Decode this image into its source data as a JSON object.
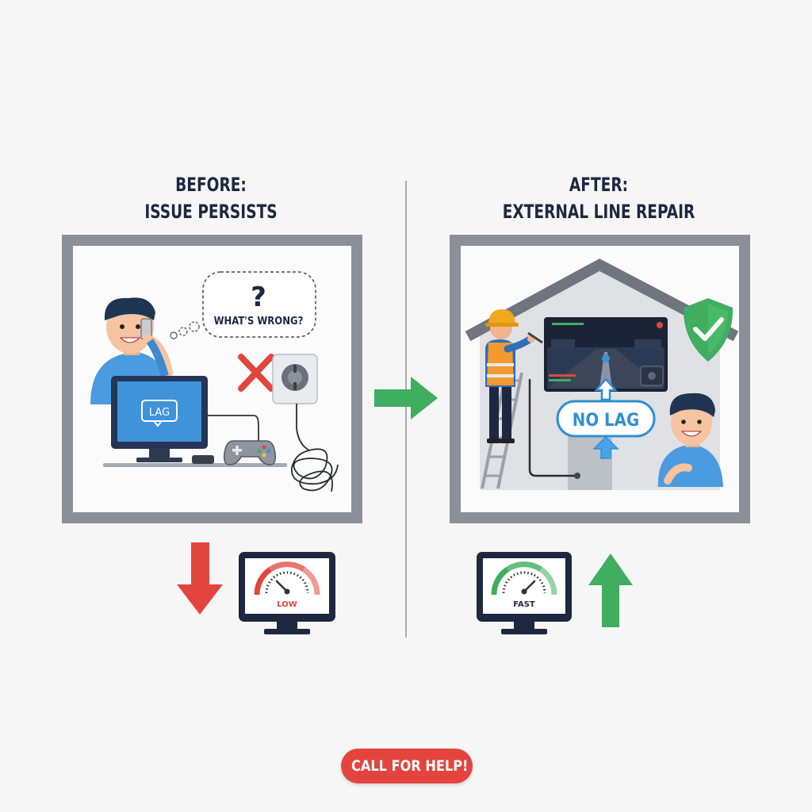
{
  "before": {
    "heading_line1": "BEFORE:",
    "heading_line2": "ISSUE PERSISTS",
    "question_mark": "?",
    "thought_text": "WHAT'S WRONG?",
    "screen_label": "LAG",
    "gauge_label": "LOW"
  },
  "after": {
    "heading_line1": "AFTER:",
    "heading_line2": "EXTERNAL LINE REPAIR",
    "no_lag_label": "NO LAG",
    "gauge_label": "FAST"
  },
  "cta": {
    "label": "CALL FOR HELP!"
  },
  "colors": {
    "accent_red": "#e3453e",
    "accent_green": "#3fae5f",
    "accent_blue": "#2f8fd6",
    "frame_gray": "#8a8f98",
    "text_navy": "#1d2740"
  },
  "icons": [
    "phone-icon",
    "x-mark-icon",
    "wall-socket-icon",
    "gamepad-icon",
    "shield-check-icon",
    "arrow-right-icon",
    "arrow-down-icon",
    "arrow-up-icon",
    "speedometer-icon",
    "ladder-icon",
    "hard-hat-icon"
  ]
}
